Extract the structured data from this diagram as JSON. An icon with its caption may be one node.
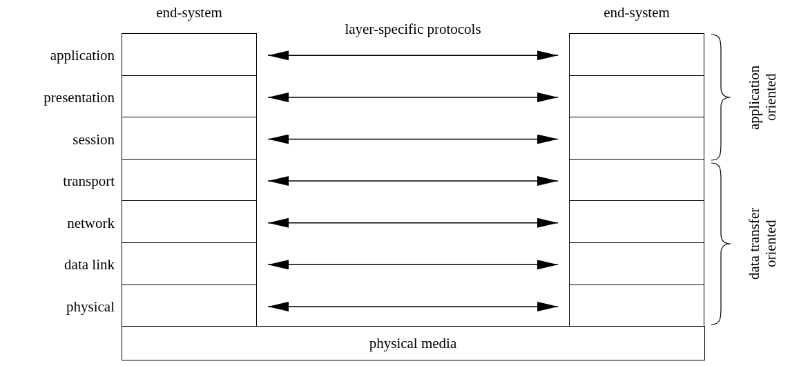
{
  "diagram": {
    "nodes": [
      {
        "text": [
          "end-system"
        ]
      },
      {
        "text": [],
        "shape": "box",
        "in": 0
      },
      {
        "text": [],
        "shape": "box",
        "in": 0
      },
      {
        "text": [],
        "shape": "box",
        "in": 0
      },
      {
        "text": [],
        "shape": "box",
        "in": 0
      },
      {
        "text": [],
        "shape": "box",
        "in": 0
      },
      {
        "text": [],
        "shape": "box",
        "in": 0
      },
      {
        "text": [],
        "shape": "box",
        "in": 0
      },
      {
        "text": [
          "end-system"
        ]
      },
      {
        "text": [],
        "shape": "box",
        "in": 8
      },
      {
        "text": [],
        "shape": "box",
        "in": 8
      },
      {
        "text": [],
        "shape": "box",
        "in": 8
      },
      {
        "text": [],
        "shape": "box",
        "in": 8
      },
      {
        "text": [],
        "shape": "box",
        "in": 8
      },
      {
        "text": [],
        "shape": "box",
        "in": 8
      },
      {
        "text": [],
        "shape": "box",
        "in": 8
      },
      {
        "text": [
          "physical media"
        ]
      }
    ],
    "edges": [
      {
        "from": 1,
        "to": 9,
        "arrow": "both"
      },
      {
        "from": 2,
        "to": 10,
        "arrow": "both"
      },
      {
        "from": 3,
        "to": 11,
        "arrow": "both"
      },
      {
        "from": 4,
        "to": 12,
        "arrow": "both"
      },
      {
        "from": 5,
        "to": 13,
        "arrow": "both"
      },
      {
        "from": 6,
        "to": 14,
        "arrow": "both"
      },
      {
        "from": 7,
        "to": 15,
        "arrow": "both"
      }
    ],
    "labels": [
      "application",
      "presentation",
      "session",
      "transport",
      "network",
      "data link",
      "physical",
      "layer-specific protocols",
      "application oriented",
      "data transfer oriented"
    ]
  }
}
